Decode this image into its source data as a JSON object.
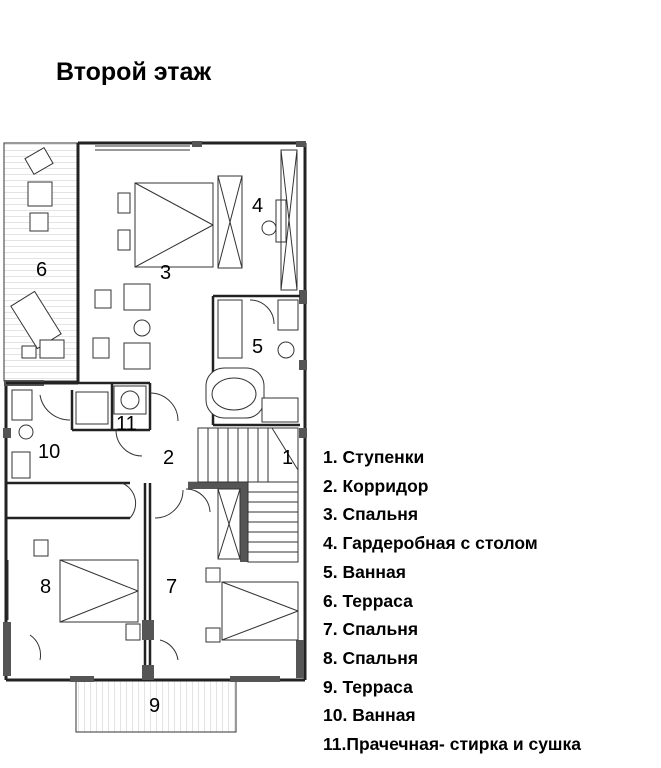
{
  "title": "Второй этаж",
  "rooms": [
    {
      "id": "stairs",
      "number": "1"
    },
    {
      "id": "corridor",
      "number": "2"
    },
    {
      "id": "bedroom-main",
      "number": "3"
    },
    {
      "id": "wardrobe",
      "number": "4"
    },
    {
      "id": "bathroom-main",
      "number": "5"
    },
    {
      "id": "terrace-left",
      "number": "6"
    },
    {
      "id": "bedroom-right",
      "number": "7"
    },
    {
      "id": "bedroom-left",
      "number": "8"
    },
    {
      "id": "terrace-bottom",
      "number": "9"
    },
    {
      "id": "bathroom-small",
      "number": "10"
    },
    {
      "id": "laundry",
      "number": "11"
    }
  ],
  "legend": [
    "1. Ступенки",
    "2. Корридор",
    "3. Спальня",
    "4. Гардеробная с столом",
    "5. Ванная",
    "6. Терраса",
    "7. Спальня",
    "8. Спальня",
    "9. Терраса",
    "10. Ванная",
    "11.Прачечная- стирка и сушка"
  ]
}
